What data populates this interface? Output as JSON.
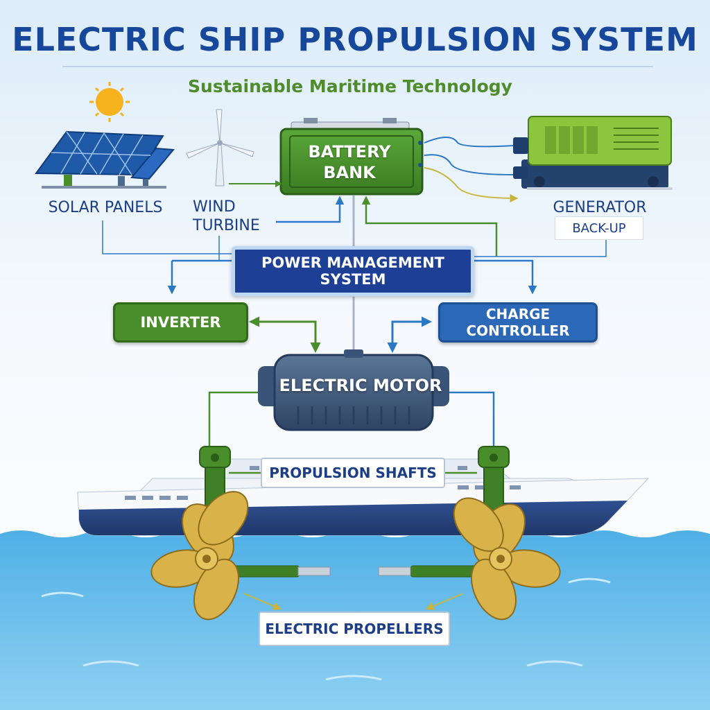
{
  "title": "ELECTRIC SHIP PROPULSION SYSTEM",
  "subtitle": "Sustainable Maritime Technology",
  "sources": {
    "solar_label": "SOLAR PANELS",
    "wind_label": "WIND\nTURBINE",
    "generator_label": "GENERATOR",
    "generator_sublabel": "BACK-UP"
  },
  "components": {
    "battery_label": "BATTERY\nBANK",
    "pms_label": "POWER MANAGEMENT SYSTEM",
    "inverter_label": "INVERTER",
    "charge_controller_label": "CHARGE CONTROLLER",
    "motor_label": "ELECTRIC MOTOR",
    "shafts_label": "PROPULSION SHAFTS",
    "propellers_label": "ELECTRIC PROPELLERS"
  },
  "colors": {
    "title_blue": "#17479a",
    "subtitle_green": "#4f8c2b",
    "green": "#4a8e2b",
    "blue": "#2c68b8",
    "navy": "#1e3f96",
    "water": "#3a9ddb",
    "propeller_gold": "#d9b34a"
  },
  "icons": [
    "sun-icon",
    "solar-panel-icon",
    "wind-turbine-icon",
    "generator-icon",
    "battery-icon",
    "motor-icon",
    "ship-icon",
    "propeller-icon"
  ]
}
